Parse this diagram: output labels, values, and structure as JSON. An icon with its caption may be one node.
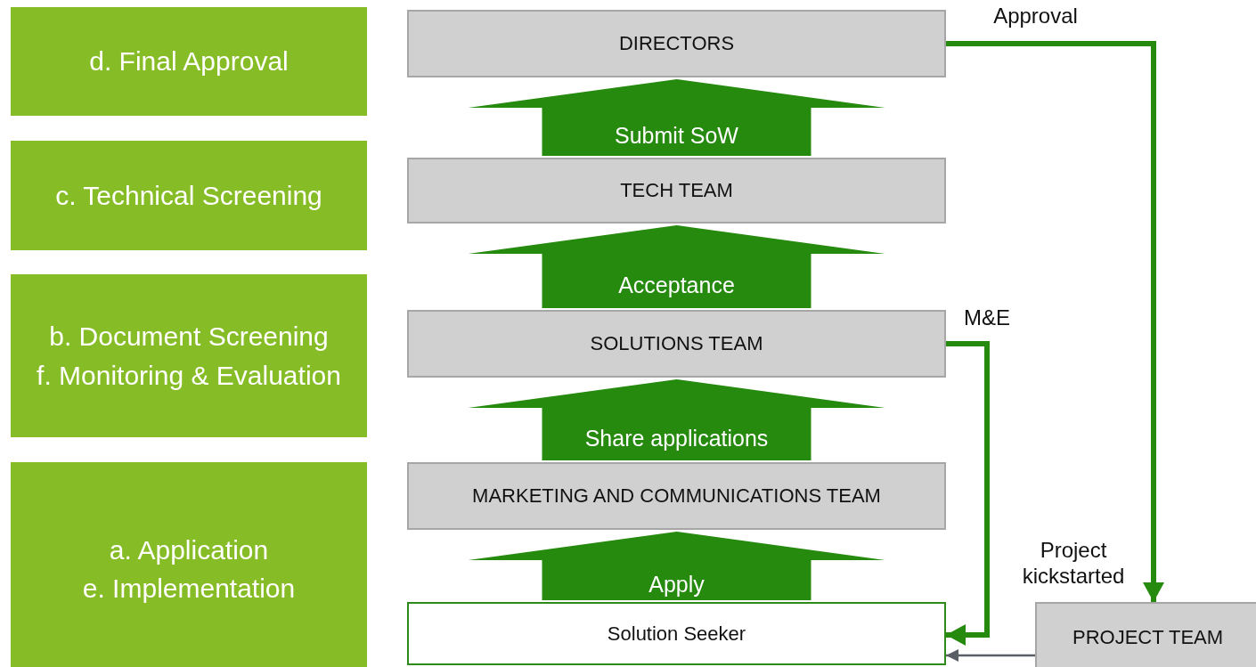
{
  "diagram": {
    "nodes": [
      {
        "text": [
          "d. Final Approval"
        ]
      },
      {
        "text": [
          "DIRECTORS"
        ]
      },
      {
        "text": [
          "c. Technical Screening"
        ]
      },
      {
        "text": [
          "TECH TEAM"
        ]
      },
      {
        "text": [
          "b. Document Screening",
          "f. Monitoring & Evaluation"
        ]
      },
      {
        "text": [
          "SOLUTIONS TEAM"
        ]
      },
      {
        "text": [
          "a. Application",
          "e. Implementation"
        ]
      },
      {
        "text": [
          "MARKETING AND COMMUNICATIONS TEAM"
        ]
      },
      {
        "text": [
          "Solution Seeker"
        ]
      },
      {
        "text": [
          "PROJECT TEAM"
        ]
      }
    ],
    "edges": [
      {
        "from": 8,
        "to": 7,
        "arrow": "to",
        "label": "Apply"
      },
      {
        "from": 7,
        "to": 5,
        "arrow": "to",
        "label": "Share applications"
      },
      {
        "from": 5,
        "to": 3,
        "arrow": "to",
        "label": "Acceptance"
      },
      {
        "from": 3,
        "to": 1,
        "arrow": "to",
        "label": "Submit SoW"
      },
      {
        "from": 1,
        "to": 9,
        "arrow": "to",
        "label": "Approval"
      },
      {
        "from": 5,
        "to": 8,
        "arrow": "to",
        "label": "M&E"
      },
      {
        "from": 9,
        "to": 8,
        "arrow": "to",
        "label": "Project kickstarted",
        "color": "#5a5f66"
      }
    ]
  }
}
